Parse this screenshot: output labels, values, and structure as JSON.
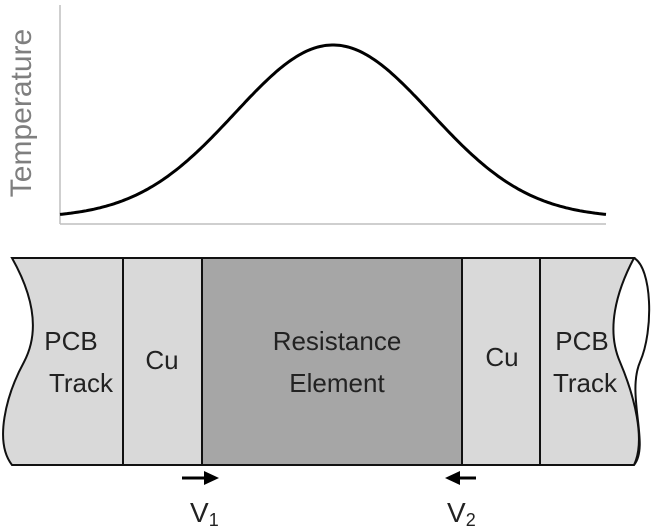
{
  "plot": {
    "ylabel": "Temperature",
    "curve": {
      "shape": "gaussian",
      "peak_at_fraction": 0.5
    }
  },
  "segments": [
    {
      "line1": "PCB",
      "line2": "Track",
      "fill": "#d9d9d9"
    },
    {
      "line1": "Cu",
      "line2": "",
      "fill": "#d9d9d9"
    },
    {
      "line1": "Resistance",
      "line2": "Element",
      "fill": "#a6a6a6"
    },
    {
      "line1": "Cu",
      "line2": "",
      "fill": "#d9d9d9"
    },
    {
      "line1": "PCB",
      "line2": "Track",
      "fill": "#d9d9d9"
    }
  ],
  "probes": [
    {
      "main": "V",
      "sub": "1",
      "direction": "right"
    },
    {
      "main": "V",
      "sub": "2",
      "direction": "left"
    }
  ],
  "colors": {
    "outline": "#111111",
    "axis": "#bfbfbf",
    "curve": "#000000"
  }
}
